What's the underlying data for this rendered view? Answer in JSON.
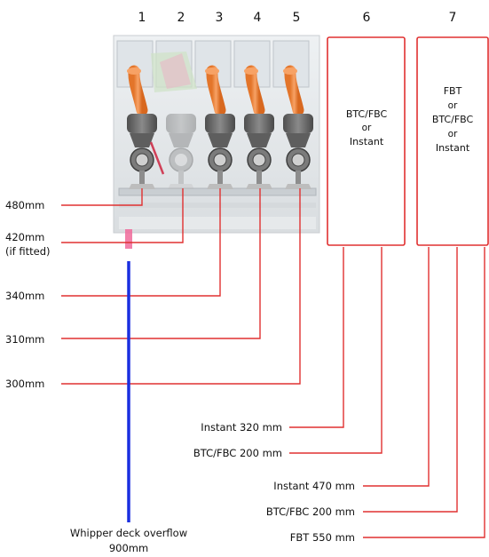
{
  "columns": [
    "1",
    "2",
    "3",
    "4",
    "5",
    "6",
    "7"
  ],
  "boxes": {
    "box6": [
      "BTC/FBC",
      "or",
      "Instant"
    ],
    "box7": [
      "FBT",
      "or",
      "BTC/FBC",
      "or",
      "Instant"
    ]
  },
  "left_labels": {
    "l480": "480mm",
    "l420": "420mm",
    "l420_sub": "(if fitted)",
    "l340": "340mm",
    "l310": "310mm",
    "l300": "300mm"
  },
  "right_labels": {
    "instant320": "Instant 320 mm",
    "btc200a": "BTC/FBC 200 mm",
    "instant470": "Instant 470 mm",
    "btc200b": "BTC/FBC 200 mm",
    "fbt550": "FBT 550 mm"
  },
  "overflow": {
    "line1": "Whipper deck overflow",
    "line2": "900mm"
  },
  "colors": {
    "red": "#e03030",
    "blue": "#1a2fe0",
    "orange": "#f08a3c"
  }
}
